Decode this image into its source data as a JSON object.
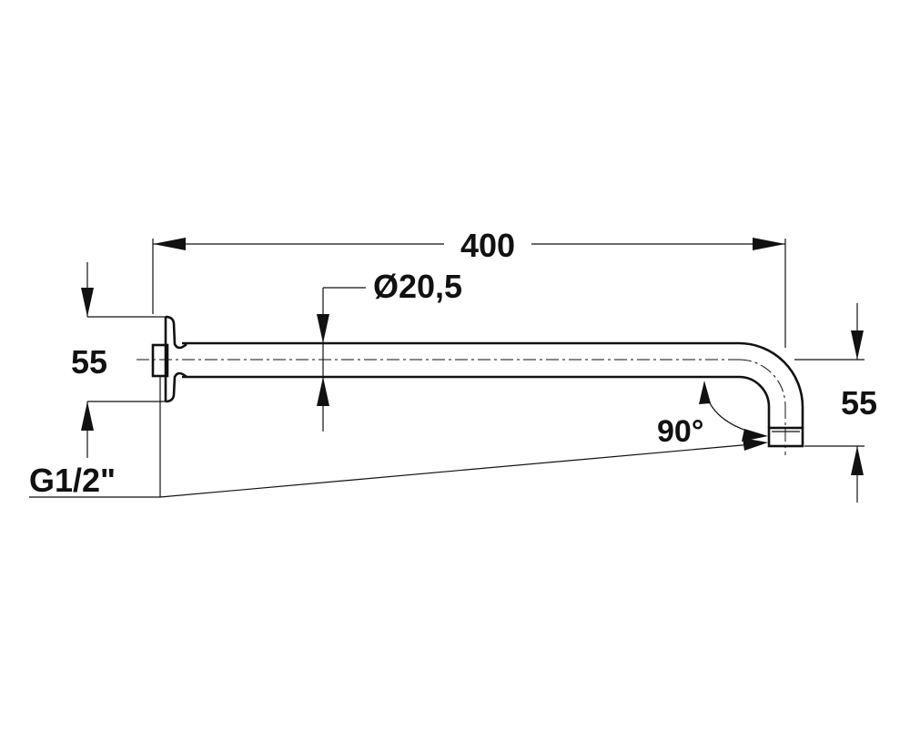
{
  "drawing": {
    "dimensions": {
      "overall_length": "400",
      "pipe_diameter": "Ø20,5",
      "wall_flange_height": "55",
      "outlet_drop": "55",
      "bend_angle": "90°",
      "thread_size": "G1/2\""
    }
  }
}
